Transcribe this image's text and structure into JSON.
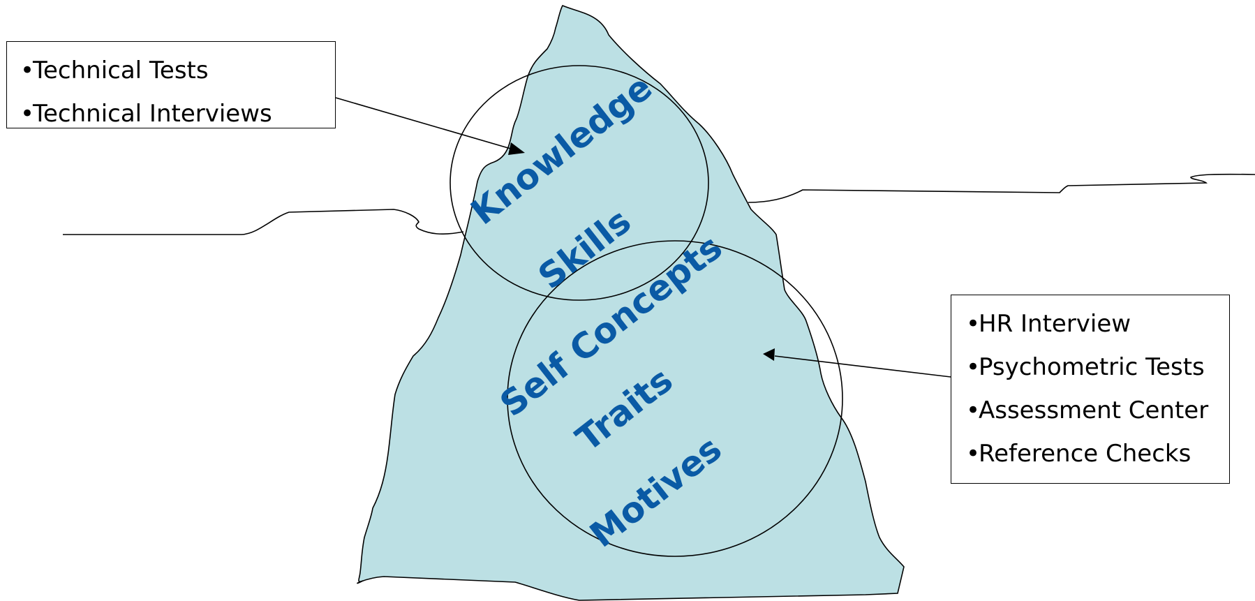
{
  "iceberg": {
    "fill_color": "#bce0e4",
    "text_color": "#0a5aa5",
    "above_water": [
      "Knowledge",
      "Skills"
    ],
    "below_water": [
      "Self Concepts",
      "Traits",
      "Motives"
    ]
  },
  "boxes": {
    "left": {
      "items": [
        "Technical Tests",
        "Technical Interviews"
      ]
    },
    "right": {
      "items": [
        "HR Interview",
        "Psychometric Tests",
        "Assessment Center",
        "Reference Checks"
      ]
    }
  },
  "bullet_char": "•"
}
